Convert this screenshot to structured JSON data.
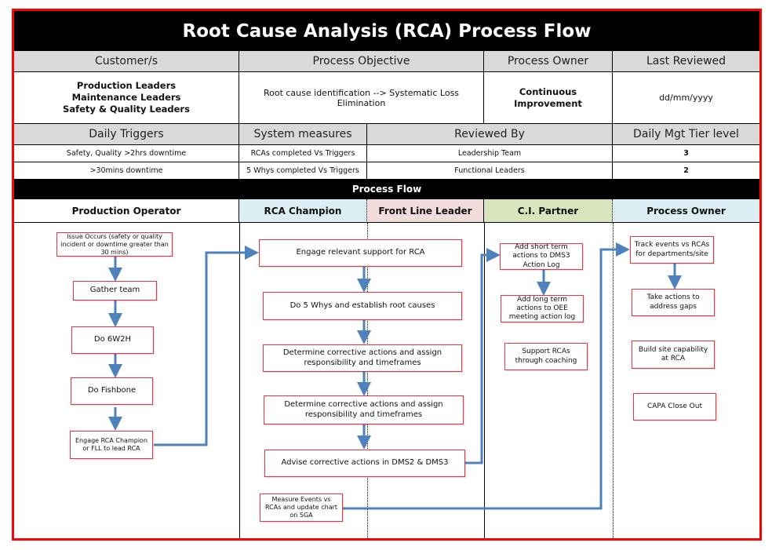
{
  "title": "Root Cause Analysis (RCA) Process Flow",
  "info_table": {
    "headers": [
      "Customer/s",
      "Process Objective",
      "Process Owner",
      "Last Reviewed"
    ],
    "customers": [
      "Production Leaders",
      "Maintenance Leaders",
      "Safety & Quality Leaders"
    ],
    "objective": "Root cause identification --> Systematic Loss Elimination",
    "owner": "Continuous Improvement",
    "last_reviewed": "dd/mm/yyyy"
  },
  "triggers_table": {
    "headers": [
      "Daily Triggers",
      "System measures",
      "Reviewed By",
      "Daily Mgt Tier level"
    ],
    "rows": [
      {
        "trigger": "Safety, Quality >2hrs downtime",
        "measure": "RCAs completed Vs Triggers",
        "reviewed_by": "Leadership Team",
        "tier": "3"
      },
      {
        "trigger": ">30mins downtime",
        "measure": "5 Whys completed Vs Triggers",
        "reviewed_by": "Functional Leaders",
        "tier": "2"
      }
    ]
  },
  "process_flow": {
    "label": "Process Flow",
    "lanes": [
      {
        "name": "Production Operator",
        "color": "#ffffff"
      },
      {
        "name": "RCA Champion",
        "color": "#dbeef4"
      },
      {
        "name": "Front Line Leader",
        "color": "#f2dcdb"
      },
      {
        "name": "C.I. Partner",
        "color": "#d8e4bc"
      },
      {
        "name": "Process Owner",
        "color": "#dbeef4"
      }
    ],
    "steps": {
      "operator": [
        "Issue Occurs (safety or quality incident or downtime greater than 30 mins)",
        "Gather team",
        "Do 6W2H",
        "Do Fishbone",
        "Engage RCA Champion or FLL to lead RCA"
      ],
      "champion": [
        "Engage relevant support for RCA",
        "Do 5 Whys and establish root causes",
        "Determine corrective actions and assign responsibility and timeframes",
        "Determine corrective actions and assign responsibility and timeframes",
        "Advise corrective actions in DMS2 & DMS3",
        "Measure Events vs RCAs and update chart on SGA"
      ],
      "ci_partner": [
        "Add short term actions to DMS3 Action Log",
        "Add long term actions to OEE meeting action log",
        "Support RCAs through coaching"
      ],
      "process_owner": [
        "Track events vs RCAs for departments/site",
        "Take actions to address gaps",
        "Build site capability at RCA",
        "CAPA Close Out"
      ]
    }
  },
  "colors": {
    "frame": "#ff0000",
    "box_border": "#e8333f",
    "arrow": "#4f81bd",
    "header_gray": "#d9d9d9"
  }
}
